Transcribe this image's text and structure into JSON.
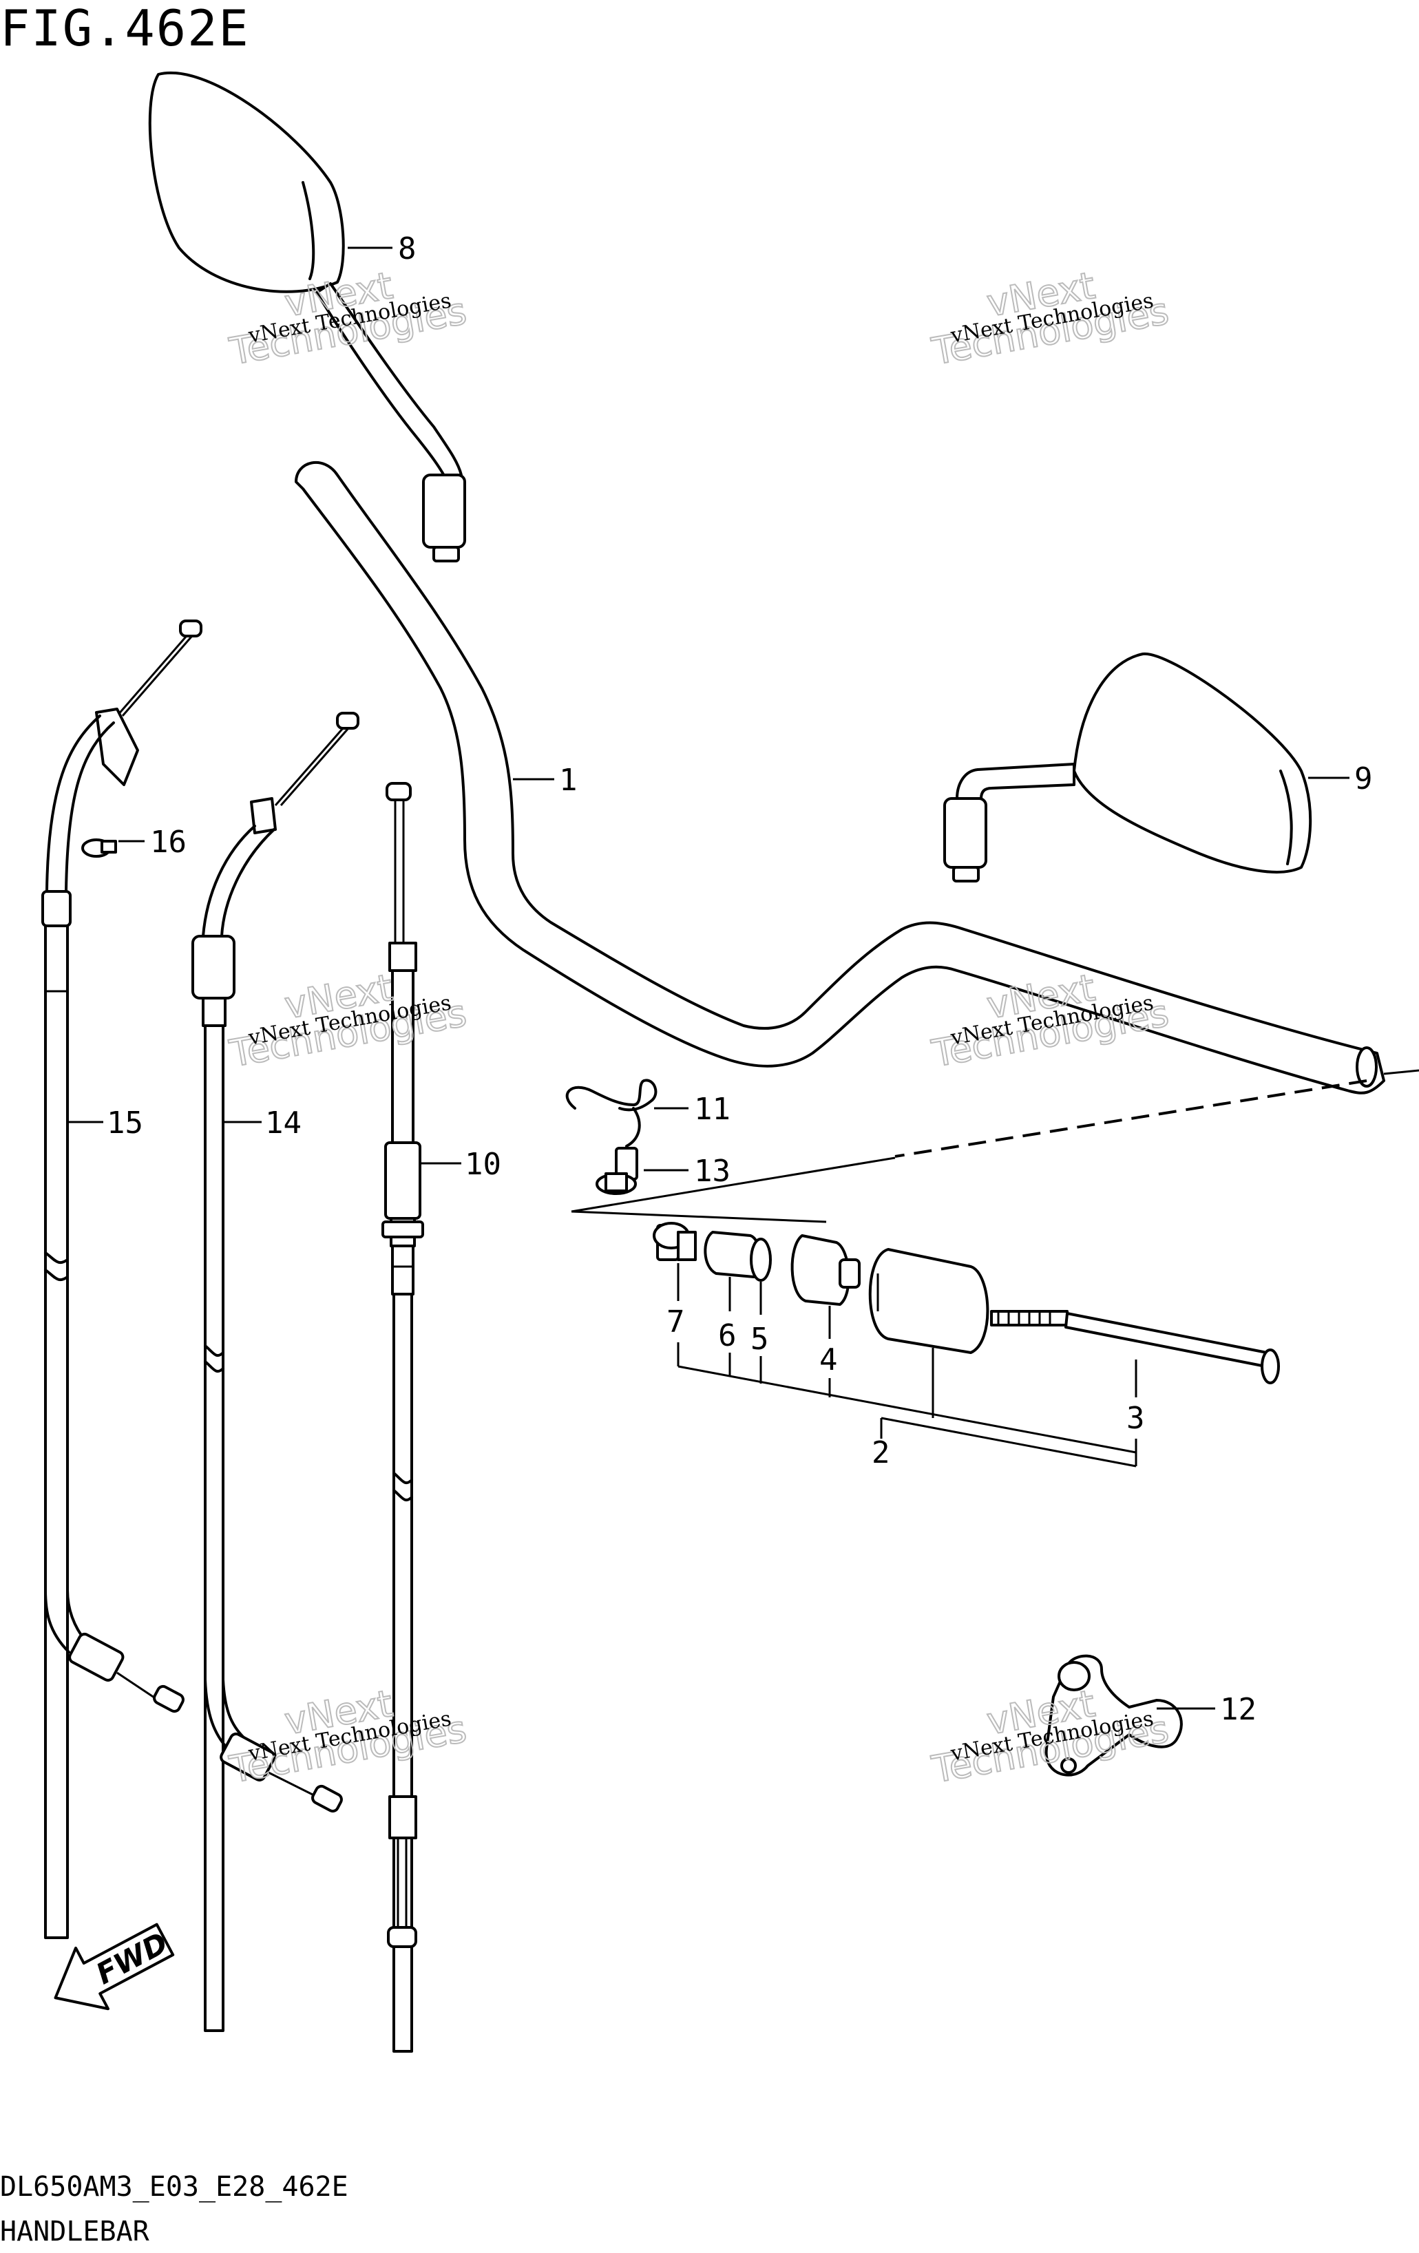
{
  "figure": {
    "title": "FIG.462E",
    "model_code": "DL650AM3_E03_E28_462E",
    "section_name": "HANDLEBAR",
    "fwd_label": "FWD"
  },
  "watermark": {
    "line1": "vNext",
    "line2": "Technologies",
    "small": "vNext Technologies"
  },
  "callouts": [
    "1",
    "2",
    "3",
    "4",
    "5",
    "6",
    "7",
    "8",
    "9",
    "10",
    "11",
    "12",
    "13",
    "14",
    "15",
    "16"
  ]
}
